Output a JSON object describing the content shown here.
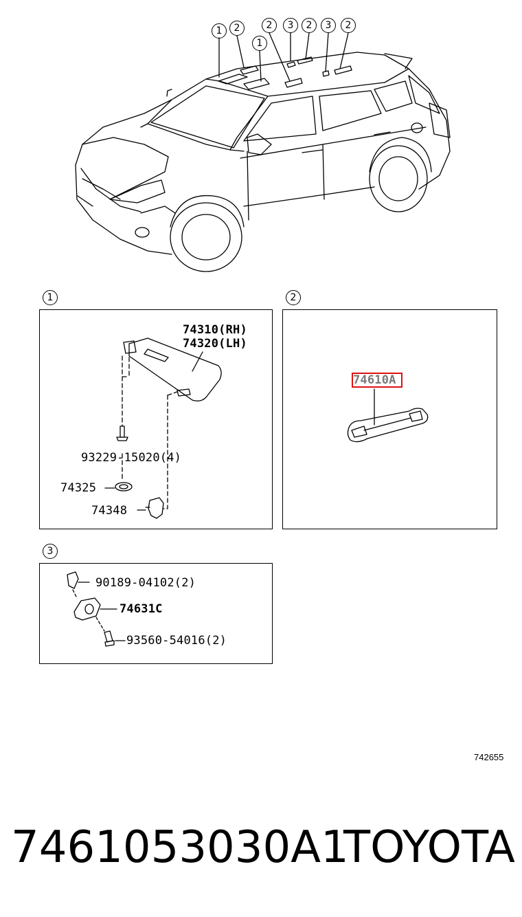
{
  "overview": {
    "callouts": [
      "1",
      "2",
      "1",
      "2",
      "3",
      "2",
      "3",
      "2"
    ]
  },
  "panel1": {
    "index": "1",
    "labels": {
      "rh": "74310(RH)",
      "lh": "74320(LH)",
      "screw": "93229-15020(4)",
      "clip": "74325",
      "holder": "74348"
    }
  },
  "panel2": {
    "index": "2",
    "labels": {
      "grip": "74610A"
    },
    "highlight_color": "#e01010"
  },
  "panel3": {
    "index": "3",
    "labels": {
      "clip": "90189-04102(2)",
      "hook": "74631C",
      "screw": "93560-54016(2)"
    }
  },
  "figure_ref": "742655",
  "footer": {
    "part_number": "7461053030A1",
    "brand": "TOYOTA"
  }
}
